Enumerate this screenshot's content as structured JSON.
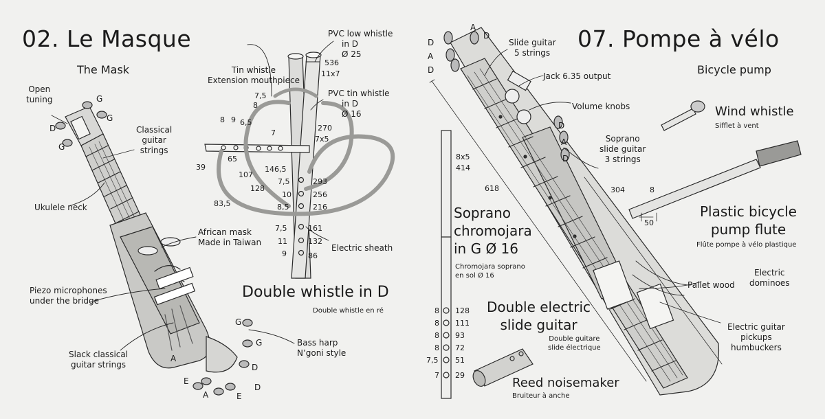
{
  "left": {
    "title": "02. Le Masque",
    "subtitle": "The Mask",
    "open_tuning": [
      "Open",
      "tuning"
    ],
    "tuning_letters": {
      "g1": "G",
      "g2": "G",
      "d": "D",
      "g3": "G"
    },
    "classical_strings": [
      "Classical",
      "guitar",
      "strings"
    ],
    "ukulele_neck": "Ukulele neck",
    "african_mask": [
      "African mask",
      "Made in Taiwan"
    ],
    "piezo": [
      "Piezo microphones",
      "under the bridge"
    ],
    "slack_strings": [
      "Slack classical",
      "guitar strings"
    ],
    "bass_harp": [
      "Bass harp",
      "N’goni style"
    ],
    "bottom_letters": {
      "g1": "G",
      "g2": "G",
      "a1": "A",
      "d1": "D",
      "e1": "E",
      "e2": "E",
      "a2": "A",
      "d2": "D"
    },
    "tin_whistle": [
      "Tin whistle",
      "Extension mouthpiece"
    ],
    "pvc_low": [
      "PVC low whistle",
      "in D",
      "Ø 25"
    ],
    "pvc_tin": [
      "PVC tin whistle",
      "in D",
      "Ø 16"
    ],
    "dims": {
      "d536": "536",
      "d11x7": "11x7",
      "d7_5a": "7,5",
      "d8a": "8",
      "d8b": "8",
      "d9": "9",
      "d6_5": "6,5",
      "d7": "7",
      "d270": "270",
      "d7x5": "7x5",
      "d39": "39",
      "d65": "65",
      "d107": "107",
      "d146_5": "146,5",
      "d128": "128",
      "d83_5": "83,5",
      "d7_5b": "7,5",
      "d293": "293",
      "d10": "10",
      "d256": "256",
      "d8_5": "8,5",
      "d216": "216",
      "d7_5c": "7,5",
      "d161": "161",
      "d11": "11",
      "d132": "132",
      "d9b": "9",
      "d86": "86"
    },
    "electric_sheath": "Electric sheath",
    "double_whistle": "Double whistle in D",
    "double_whistle_fr": "Double whistle en ré"
  },
  "right": {
    "title": "07. Pompe à vélo",
    "subtitle": "Bicycle pump",
    "headstock_letters": {
      "d1": "D",
      "a1": "A",
      "d2": "D",
      "d3": "D",
      "a2": "A",
      "d4": "D",
      "d5": "D",
      "a3": "A",
      "d6": "D"
    },
    "slide_guitar": [
      "Slide guitar",
      "5 strings"
    ],
    "jack": "Jack 6.35 output",
    "volume_knobs": "Volume knobs",
    "soprano_slide": [
      "Soprano",
      "slide guitar",
      "3 strings"
    ],
    "wind_whistle": "Wind whistle",
    "wind_whistle_fr": "Sifflet à vent",
    "dims": {
      "d8x5": "8x5",
      "d414": "414",
      "d618": "618",
      "d304": "304",
      "d8": "8",
      "d50": "50",
      "f8a": "8",
      "f128": "128",
      "f8b": "8",
      "f111": "111",
      "f8c": "8",
      "f93": "93",
      "f8d": "8",
      "f72": "72",
      "f7_5": "7,5",
      "f51": "51",
      "f7": "7",
      "f29": "29"
    },
    "soprano_chromojara": [
      "Soprano",
      "chromojara",
      "in G Ø 16"
    ],
    "chromojara_fr": [
      "Chromojara soprano",
      "en sol Ø 16"
    ],
    "plastic_pump": [
      "Plastic bicycle",
      "pump flute"
    ],
    "plastic_pump_fr": "Flûte pompe à vélo plastique",
    "pallet_wood": "Pallet wood",
    "electric_dominoes": [
      "Electric",
      "dominoes"
    ],
    "double_slide": [
      "Double electric",
      "slide guitar"
    ],
    "double_slide_fr": [
      "Double guitare",
      "slide électrique"
    ],
    "pickups": [
      "Electric guitar",
      "pickups",
      "humbuckers"
    ],
    "reed": "Reed noisemaker",
    "reed_fr": "Bruiteur à anche"
  }
}
